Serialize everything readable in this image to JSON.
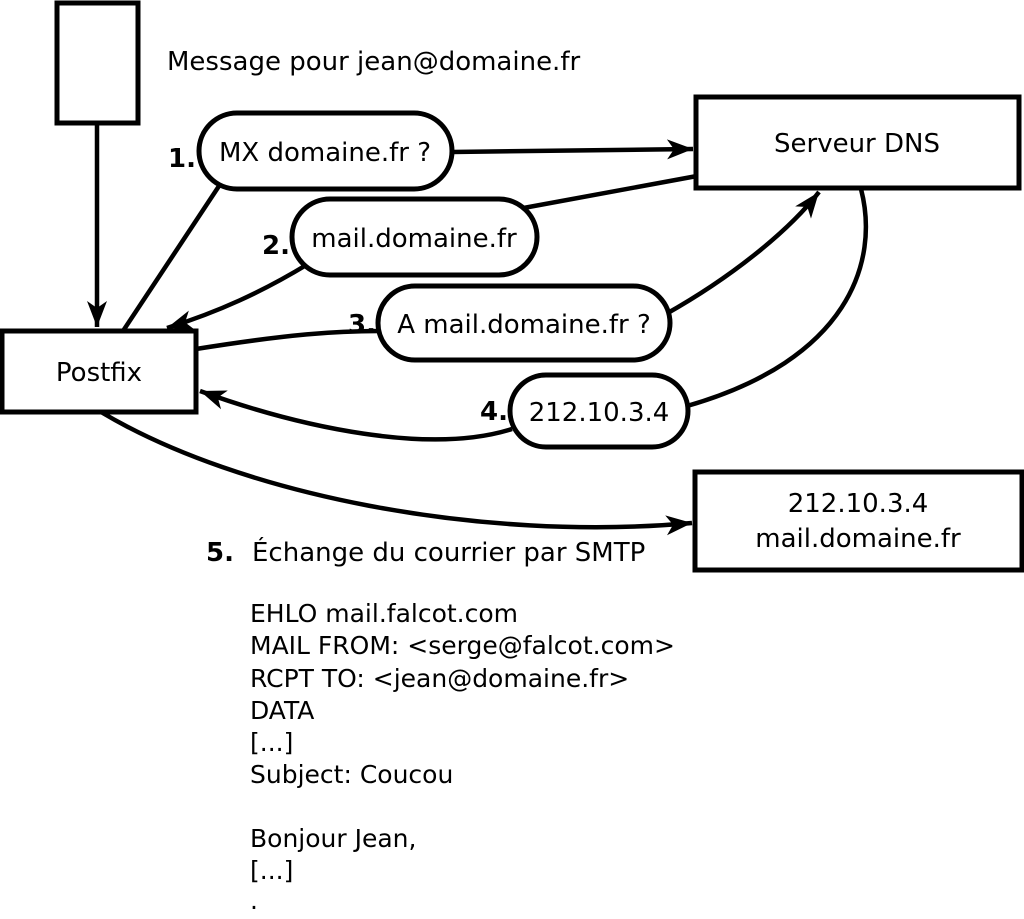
{
  "colors": {
    "ink": "#000000",
    "paper": "#ffffff"
  },
  "note": {
    "text": "Message pour jean@domaine.fr"
  },
  "nodes": {
    "postfix": {
      "label": "Postfix"
    },
    "dns": {
      "label": "Serveur DNS"
    },
    "mail_server": {
      "line1": "212.10.3.4",
      "line2": "mail.domaine.fr"
    }
  },
  "steps": [
    {
      "num": "1.",
      "label": "MX domaine.fr ?"
    },
    {
      "num": "2.",
      "label": "mail.domaine.fr"
    },
    {
      "num": "3.",
      "label": "A mail.domaine.fr ?"
    },
    {
      "num": "4.",
      "label": "212.10.3.4"
    },
    {
      "num": "5.",
      "label": "Échange du courrier par SMTP"
    }
  ],
  "smtp": {
    "lines": [
      "EHLO mail.falcot.com",
      "MAIL FROM: <serge@falcot.com>",
      "RCPT TO: <jean@domaine.fr>",
      "DATA",
      "[...]",
      "Subject: Coucou",
      "",
      "Bonjour Jean,",
      "[...]",
      "."
    ]
  }
}
